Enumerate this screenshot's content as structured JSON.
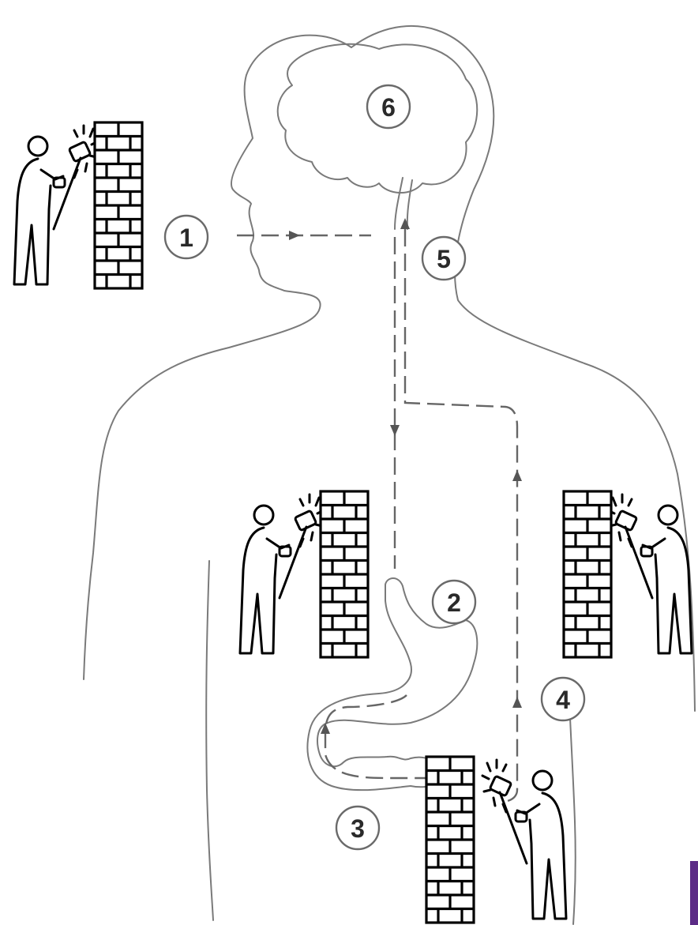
{
  "diagram": {
    "step_labels": [
      "1",
      "2",
      "3",
      "4",
      "5",
      "6"
    ],
    "icons": {
      "worker": "person-hammering-wall-icon",
      "brain": "brain-icon",
      "stomach": "stomach-icon"
    },
    "colors": {
      "outline": "#7a7a7a",
      "path": "#666666",
      "icon_ink": "#000000",
      "corner_accent": "#5b2b86"
    }
  }
}
